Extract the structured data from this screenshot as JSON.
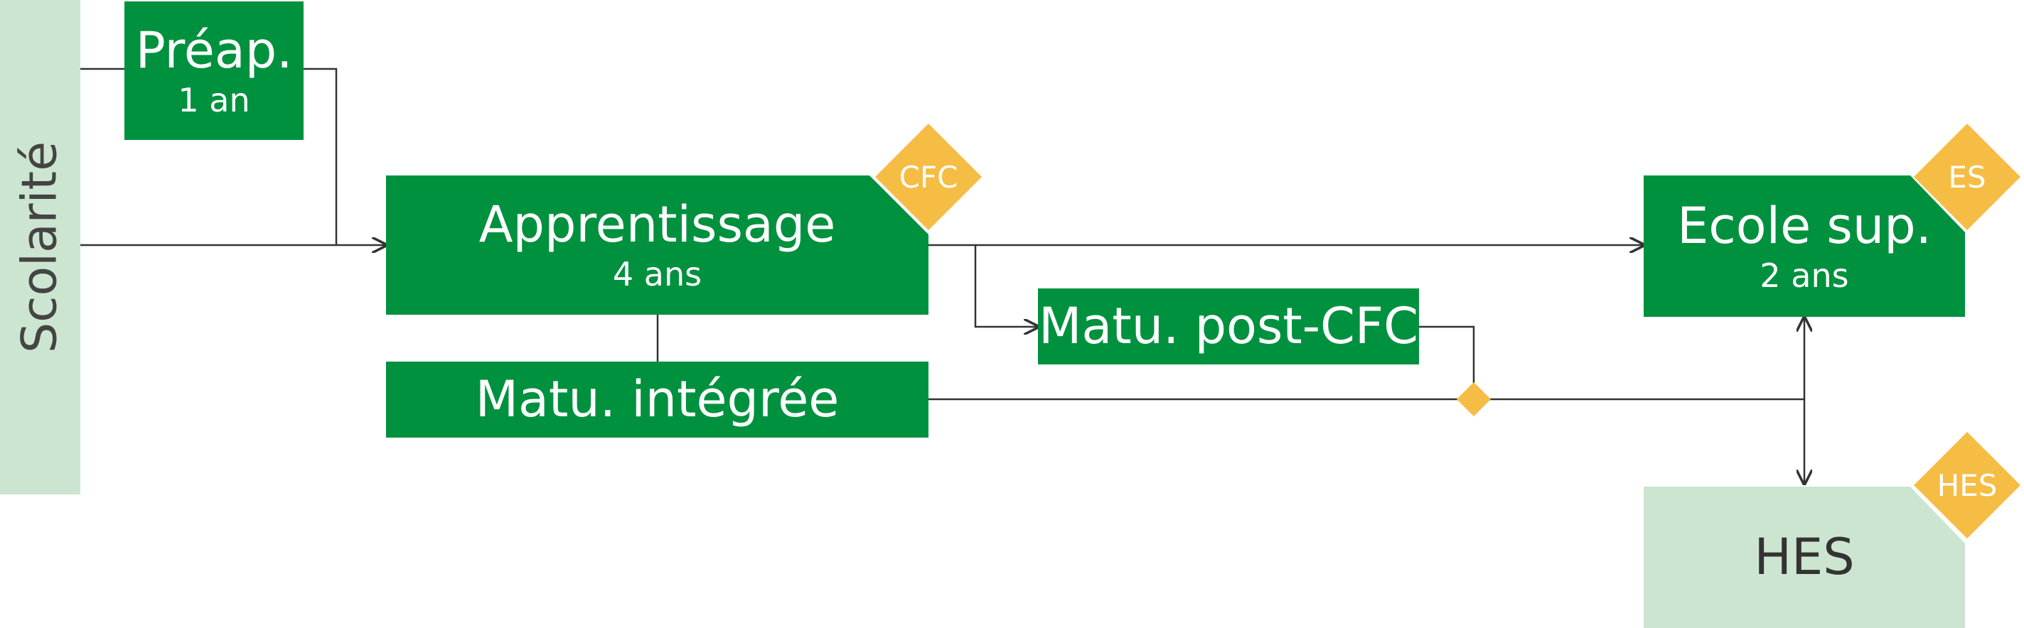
{
  "side_label": "Scolarité",
  "boxes": {
    "preap": {
      "title": "Préap.",
      "duration": "1 an"
    },
    "apprentissage": {
      "title": "Apprentissage",
      "duration": "4 ans"
    },
    "matu_integree": {
      "title": "Matu. intégrée"
    },
    "matu_post_cfc": {
      "title": "Matu. post-CFC"
    },
    "ecole_sup": {
      "title": "Ecole sup.",
      "duration": "2 ans"
    },
    "hes": {
      "title": "HES"
    }
  },
  "badges": {
    "cfc": "CFC",
    "es": "ES",
    "hes": "HES"
  },
  "colors": {
    "primary_green": "#00913f",
    "pale_green": "#cce5d0",
    "badge_yellow": "#f6bd44",
    "line": "#333333"
  }
}
